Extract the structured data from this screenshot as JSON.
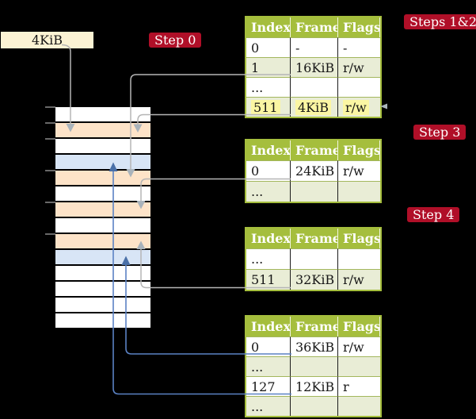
{
  "label_box": {
    "text": "4KiB"
  },
  "badges": {
    "step0": "Step 0",
    "steps12": "Steps 1&2",
    "step3": "Step 3",
    "step4": "Step 4"
  },
  "tables": [
    {
      "name": "page-table-steps-1-2",
      "headers": [
        "Index",
        "Frame",
        "Flags"
      ],
      "rows": [
        {
          "cells": [
            "0",
            "-",
            "-"
          ],
          "shaded": false,
          "highlight": false
        },
        {
          "cells": [
            "1",
            "16KiB",
            "r/w"
          ],
          "shaded": true,
          "highlight": false
        },
        {
          "cells": [
            "...",
            "",
            ""
          ],
          "shaded": false,
          "highlight": false
        },
        {
          "cells": [
            "511",
            "4KiB",
            "r/w"
          ],
          "shaded": true,
          "highlight": true
        }
      ]
    },
    {
      "name": "page-table-step-3",
      "headers": [
        "Index",
        "Frame",
        "Flags"
      ],
      "rows": [
        {
          "cells": [
            "0",
            "24KiB",
            "r/w"
          ],
          "shaded": false,
          "highlight": false
        },
        {
          "cells": [
            "...",
            "",
            ""
          ],
          "shaded": true,
          "highlight": false
        }
      ]
    },
    {
      "name": "page-table-step-4",
      "headers": [
        "Index",
        "Frame",
        "Flags"
      ],
      "rows": [
        {
          "cells": [
            "...",
            "",
            ""
          ],
          "shaded": false,
          "highlight": false
        },
        {
          "cells": [
            "511",
            "32KiB",
            "r/w"
          ],
          "shaded": true,
          "highlight": false
        }
      ]
    },
    {
      "name": "page-table-leaf",
      "headers": [
        "Index",
        "Frame",
        "Flags"
      ],
      "rows": [
        {
          "cells": [
            "0",
            "36KiB",
            "r/w"
          ],
          "shaded": false,
          "highlight": false
        },
        {
          "cells": [
            "...",
            "",
            ""
          ],
          "shaded": true,
          "highlight": false
        },
        {
          "cells": [
            "127",
            "12KiB",
            "r"
          ],
          "shaded": false,
          "highlight": false
        },
        {
          "cells": [
            "...",
            "",
            ""
          ],
          "shaded": true,
          "highlight": false
        }
      ]
    }
  ],
  "memory": {
    "pattern": [
      "white",
      "peach",
      "white",
      "blue",
      "peach",
      "white",
      "peach",
      "white",
      "peach",
      "blue",
      "white",
      "white",
      "white",
      "white"
    ]
  },
  "colors": {
    "badge": "#B00F28",
    "table_header": "#A5BE3D",
    "table_shaded_row": "#E9EDD6",
    "highlight": "#FBF6A3",
    "cream": "#FCF3D4",
    "peach": "#FDE3C8",
    "blue_row": "#D8E5F6",
    "gray_line": "#b5b5b5",
    "gray_head": "#a9b3bb",
    "blue_line": "#5b82c4",
    "blue_head": "#4a70a8"
  }
}
